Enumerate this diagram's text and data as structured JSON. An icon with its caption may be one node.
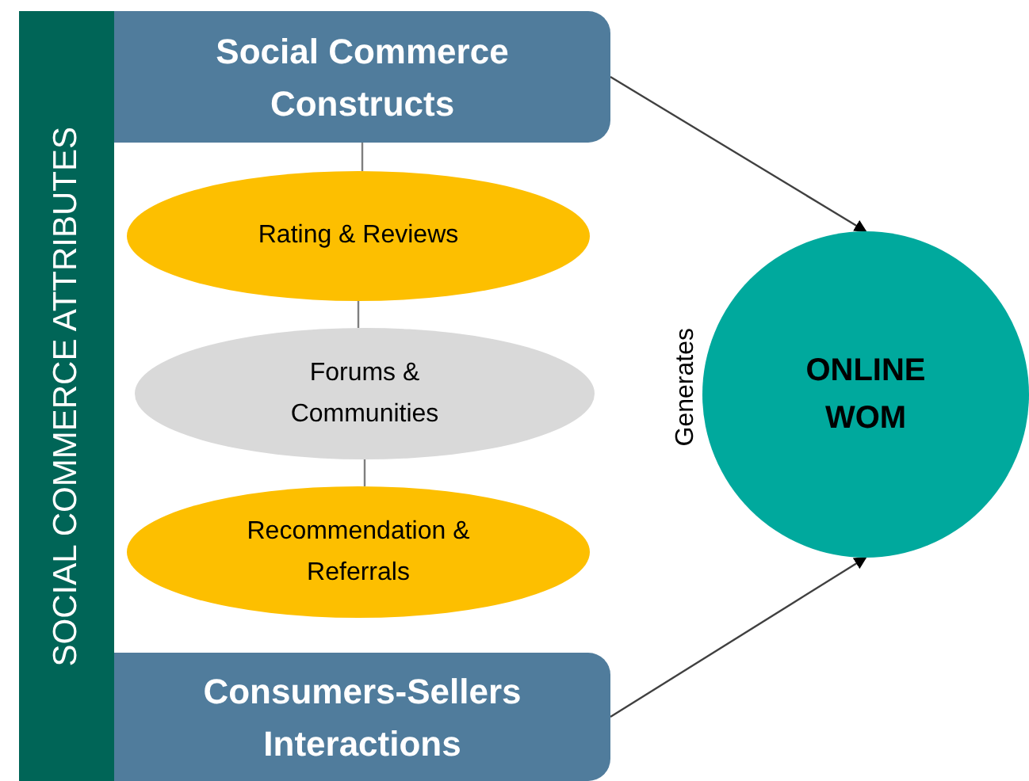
{
  "diagram": {
    "nodes": [
      {
        "text": [
          "SOCIAL COMMERCE ATTRIBUTES"
        ]
      },
      {
        "text": [
          "Social Commerce Constructs"
        ]
      },
      {
        "text": [
          "Rating & Reviews"
        ]
      },
      {
        "text": [
          "Forums & Communities"
        ]
      },
      {
        "text": [
          "Recommendation & Referrals"
        ]
      },
      {
        "text": [
          "Consumers-Sellers Interactions"
        ]
      },
      {
        "text": [
          "ONLINE WOM"
        ]
      }
    ],
    "edges": [
      {
        "from": 1,
        "to": 2,
        "arrow": "none"
      },
      {
        "from": 2,
        "to": 3,
        "arrow": "none"
      },
      {
        "from": 3,
        "to": 4,
        "arrow": "none"
      },
      {
        "from": 1,
        "to": 6,
        "arrow": "to"
      },
      {
        "from": 5,
        "to": 6,
        "arrow": "to"
      }
    ],
    "labels": [
      "Generates"
    ]
  }
}
